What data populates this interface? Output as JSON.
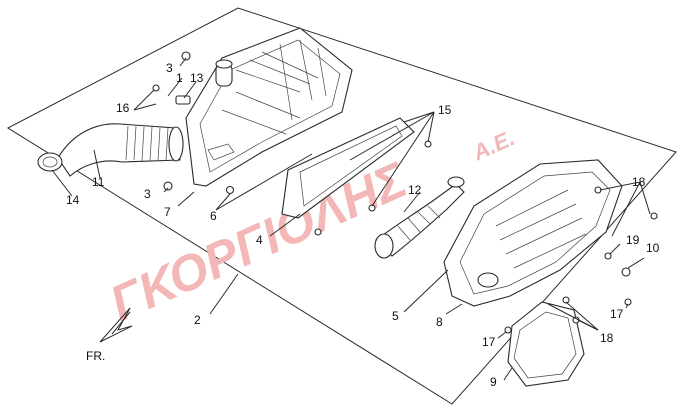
{
  "watermark": {
    "main": "ΓΚΟΡΓΙΟΛΗΣ",
    "suffix": "Α.Ε.",
    "color": "#f3b7b7"
  },
  "labels": {
    "l1": "1",
    "l2": "2",
    "l3a": "3",
    "l3b": "3",
    "l4": "4",
    "l5": "5",
    "l6": "6",
    "l7": "7",
    "l8": "8",
    "l9": "9",
    "l10": "10",
    "l11": "11",
    "l12": "12",
    "l13": "13",
    "l14": "14",
    "l15": "15",
    "l16": "16",
    "l17a": "17",
    "l17b": "17",
    "l18a": "18",
    "l18b": "18",
    "l19": "19"
  },
  "direction": {
    "label": "FR."
  }
}
